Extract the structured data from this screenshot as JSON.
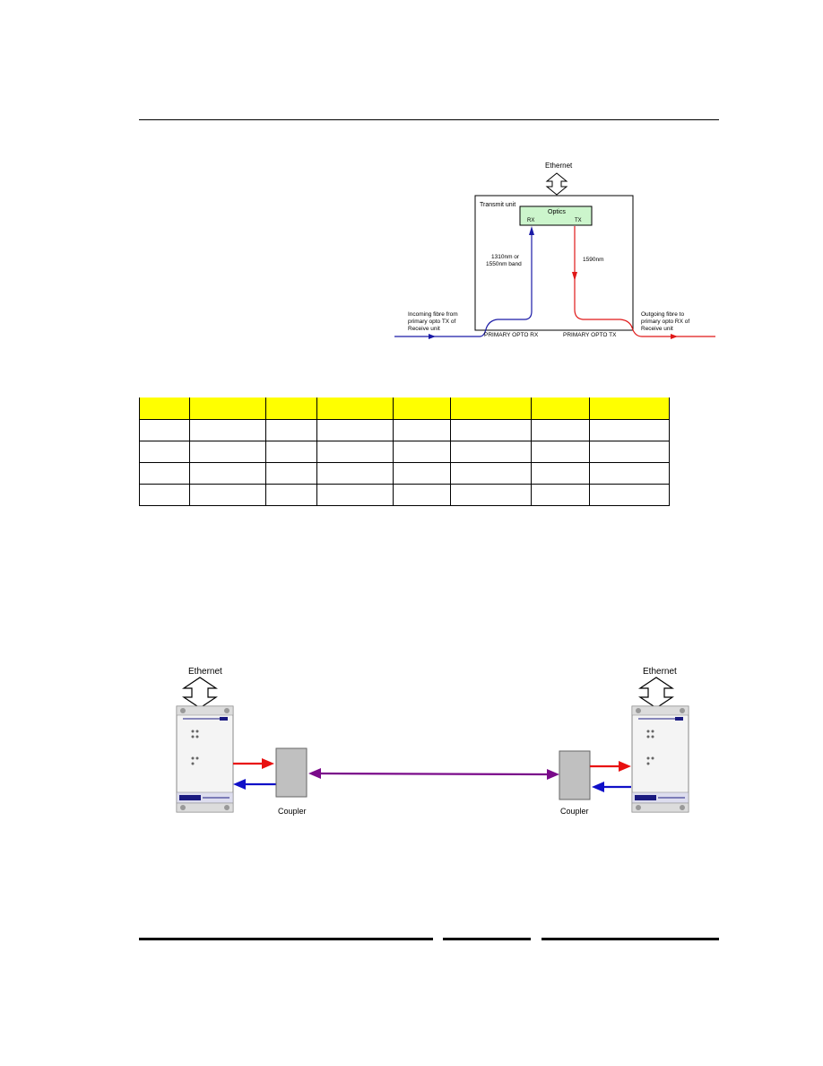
{
  "diagram1": {
    "ethernet_label": "Ethernet",
    "unit_label": "Transmit unit",
    "optics_label": "Optics",
    "rx_label": "RX",
    "tx_label": "TX",
    "rx_band_line1": "1310nm  or",
    "rx_band_line2": "1550nm band",
    "tx_band": "1590nm",
    "incoming_line1": "Incoming fibre from",
    "incoming_line2": "primary opto TX of",
    "incoming_line3": "Receive unit",
    "outgoing_line1": "Outgoing fibre to",
    "outgoing_line2": "primary opto RX of",
    "outgoing_line3": "Receive unit",
    "rx_port_label": "PRIMARY OPTO RX",
    "tx_port_label": "PRIMARY OPTO TX",
    "colors": {
      "rx_fibre": "#1a1aa6",
      "tx_fibre": "#e01818",
      "optics_fill": "#ccf5cc"
    }
  },
  "table": {
    "columns": 8,
    "body_rows": 4
  },
  "diagram2": {
    "ethernet_left": "Ethernet",
    "ethernet_right": "Ethernet",
    "coupler_left": "Coupler",
    "coupler_right": "Coupler",
    "colors": {
      "tx": "#e81010",
      "rx": "#1010c8",
      "link": "#7a0a8a",
      "coupler": "#c0c0c0"
    }
  }
}
